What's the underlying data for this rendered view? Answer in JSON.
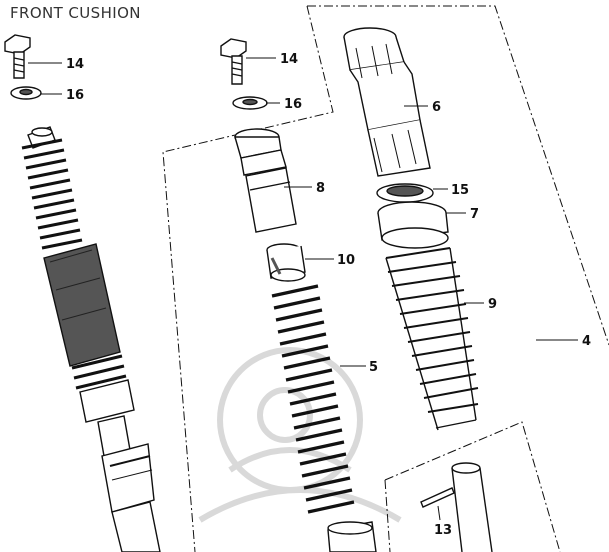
{
  "title": "FRONT CUSHION",
  "callouts": {
    "c14a": "14",
    "c16a": "16",
    "c14b": "14",
    "c16b": "16",
    "c6": "6",
    "c8": "8",
    "c15": "15",
    "c7": "7",
    "c10": "10",
    "c9": "9",
    "c5": "5",
    "c4": "4",
    "c13": "13"
  },
  "colors": {
    "ink": "#111111",
    "watermark": "#d6d6d6",
    "title": "#333333"
  }
}
